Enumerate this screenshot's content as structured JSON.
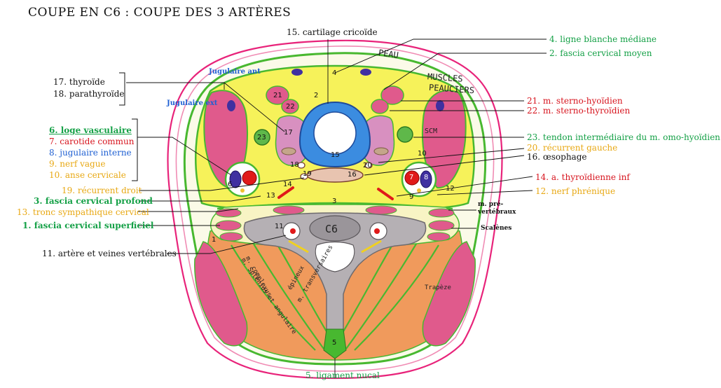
{
  "title": "COUPE EN C6 : COUPE DES 3 ARTÈRES",
  "labels": {
    "l15": "15. cartilage cricoïde",
    "l4": "4. ligne blanche médiane",
    "l2": "2. fascia cervical moyen",
    "l17": "17. thyroïde",
    "l18": "18. parathyroïde",
    "jug_ant": "Jugulaire ant",
    "jug_ext": "Jugulaire ext",
    "l21": "21. m. sterno-hyoïdien",
    "l22": "22. m. sterno-thyroïdien",
    "l6": "6. loge vasculaire",
    "l7": "7. carotide commun",
    "l8": "8. jugulaire interne",
    "l9": "9. nerf vague",
    "l10": "10. anse cervicale",
    "l23": "23. tendon intermédiaire du m. omo-hyoïdien",
    "l20": "20. récurrent gauche",
    "l16": "16. œsophage",
    "l14": "14. a. thyroïdienne inf",
    "l19": "19. récurrent droit",
    "l12": "12. nerf phrénique",
    "l3": "3. fascia cervical profond",
    "l13": "13. tronc sympathique cervical",
    "l1": "1. fascia cervical superficiel",
    "m_pre": "m. pré-",
    "m_pre2": "vertébraux",
    "scalenes": "Scalènes",
    "l11": "11. artère et veines vertébrales",
    "l5": "5. ligament nucal",
    "peau": "PEAU",
    "muscles1": "MUSCLES",
    "muscles2": "PEAUCIERS",
    "scm": "SCM",
    "c6": "C6",
    "trapeze": "Trapèze",
    "transv1": "m. transversaires",
    "transv2": "épineux",
    "complexus": "m. complexus",
    "splenius": "m. Splénius et angulaire"
  },
  "numbers": {
    "n15": "15",
    "n16": "16",
    "n4": "4",
    "n2": "2",
    "n21": "21",
    "n22": "22",
    "n23": "23",
    "n17": "17",
    "n18": "18",
    "n20": "20",
    "n6": "6",
    "n7": "7",
    "n8": "8",
    "n9": "9",
    "n10": "10",
    "n19": "19",
    "n14": "14",
    "n13": "13",
    "n3": "3",
    "n12": "12",
    "n11": "11",
    "n1": "1",
    "n5": "5"
  },
  "colors": {
    "skin_outer": "#e8237a",
    "skin_inner": "#f08cb4",
    "fascia": "#48b830",
    "yellow": "#f6f25a",
    "muscle": "#e05a8c",
    "muscle_light": "#f4a6c4",
    "orange": "#f09a5c",
    "bone": "#b5b0b4",
    "trachea_blue": "#3b8ce0",
    "artery": "#e01a1a",
    "vein": "#4030a0",
    "thyroid": "#d890c0"
  }
}
